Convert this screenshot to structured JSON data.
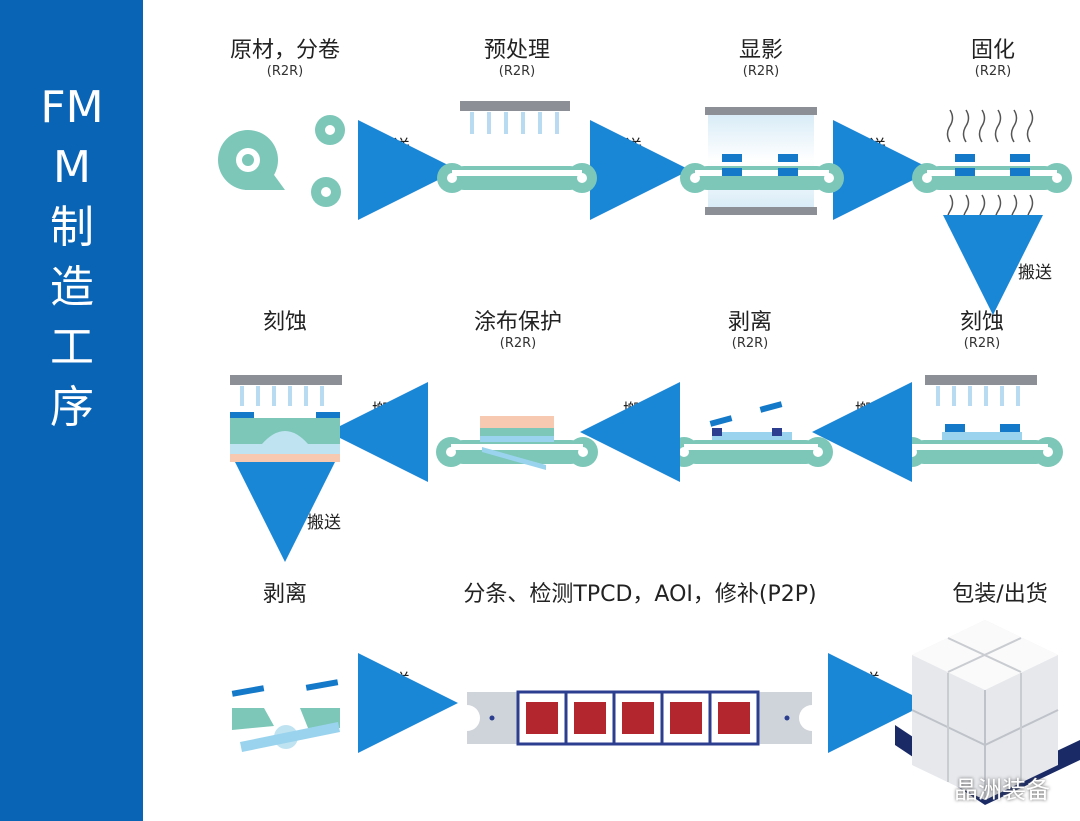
{
  "sidebar": {
    "title": "FMM制造工序"
  },
  "carry_label": "搬送",
  "steps": [
    {
      "label": "原材，分卷",
      "sub": "(R2R)"
    },
    {
      "label": "预处理",
      "sub": "(R2R)"
    },
    {
      "label": "显影",
      "sub": "(R2R)"
    },
    {
      "label": "固化",
      "sub": "(R2R)"
    },
    {
      "label": "刻蚀",
      "sub": "(R2R)"
    },
    {
      "label": "剥离",
      "sub": "(R2R)"
    },
    {
      "label": "涂布保护",
      "sub": "(R2R)"
    },
    {
      "label": "刻蚀",
      "sub": ""
    },
    {
      "label": "剥离",
      "sub": ""
    },
    {
      "label": "分条、检测TPCD，AOI，修补(P2P)",
      "sub": ""
    },
    {
      "label": "包装/出货",
      "sub": ""
    }
  ],
  "watermark": "晶洲装备",
  "colors": {
    "sidebar": "#0a64b6",
    "roller": "#7cc7b8",
    "arrow": "#1a86d6",
    "mask": "#1479c8",
    "red": "#b3262e"
  }
}
